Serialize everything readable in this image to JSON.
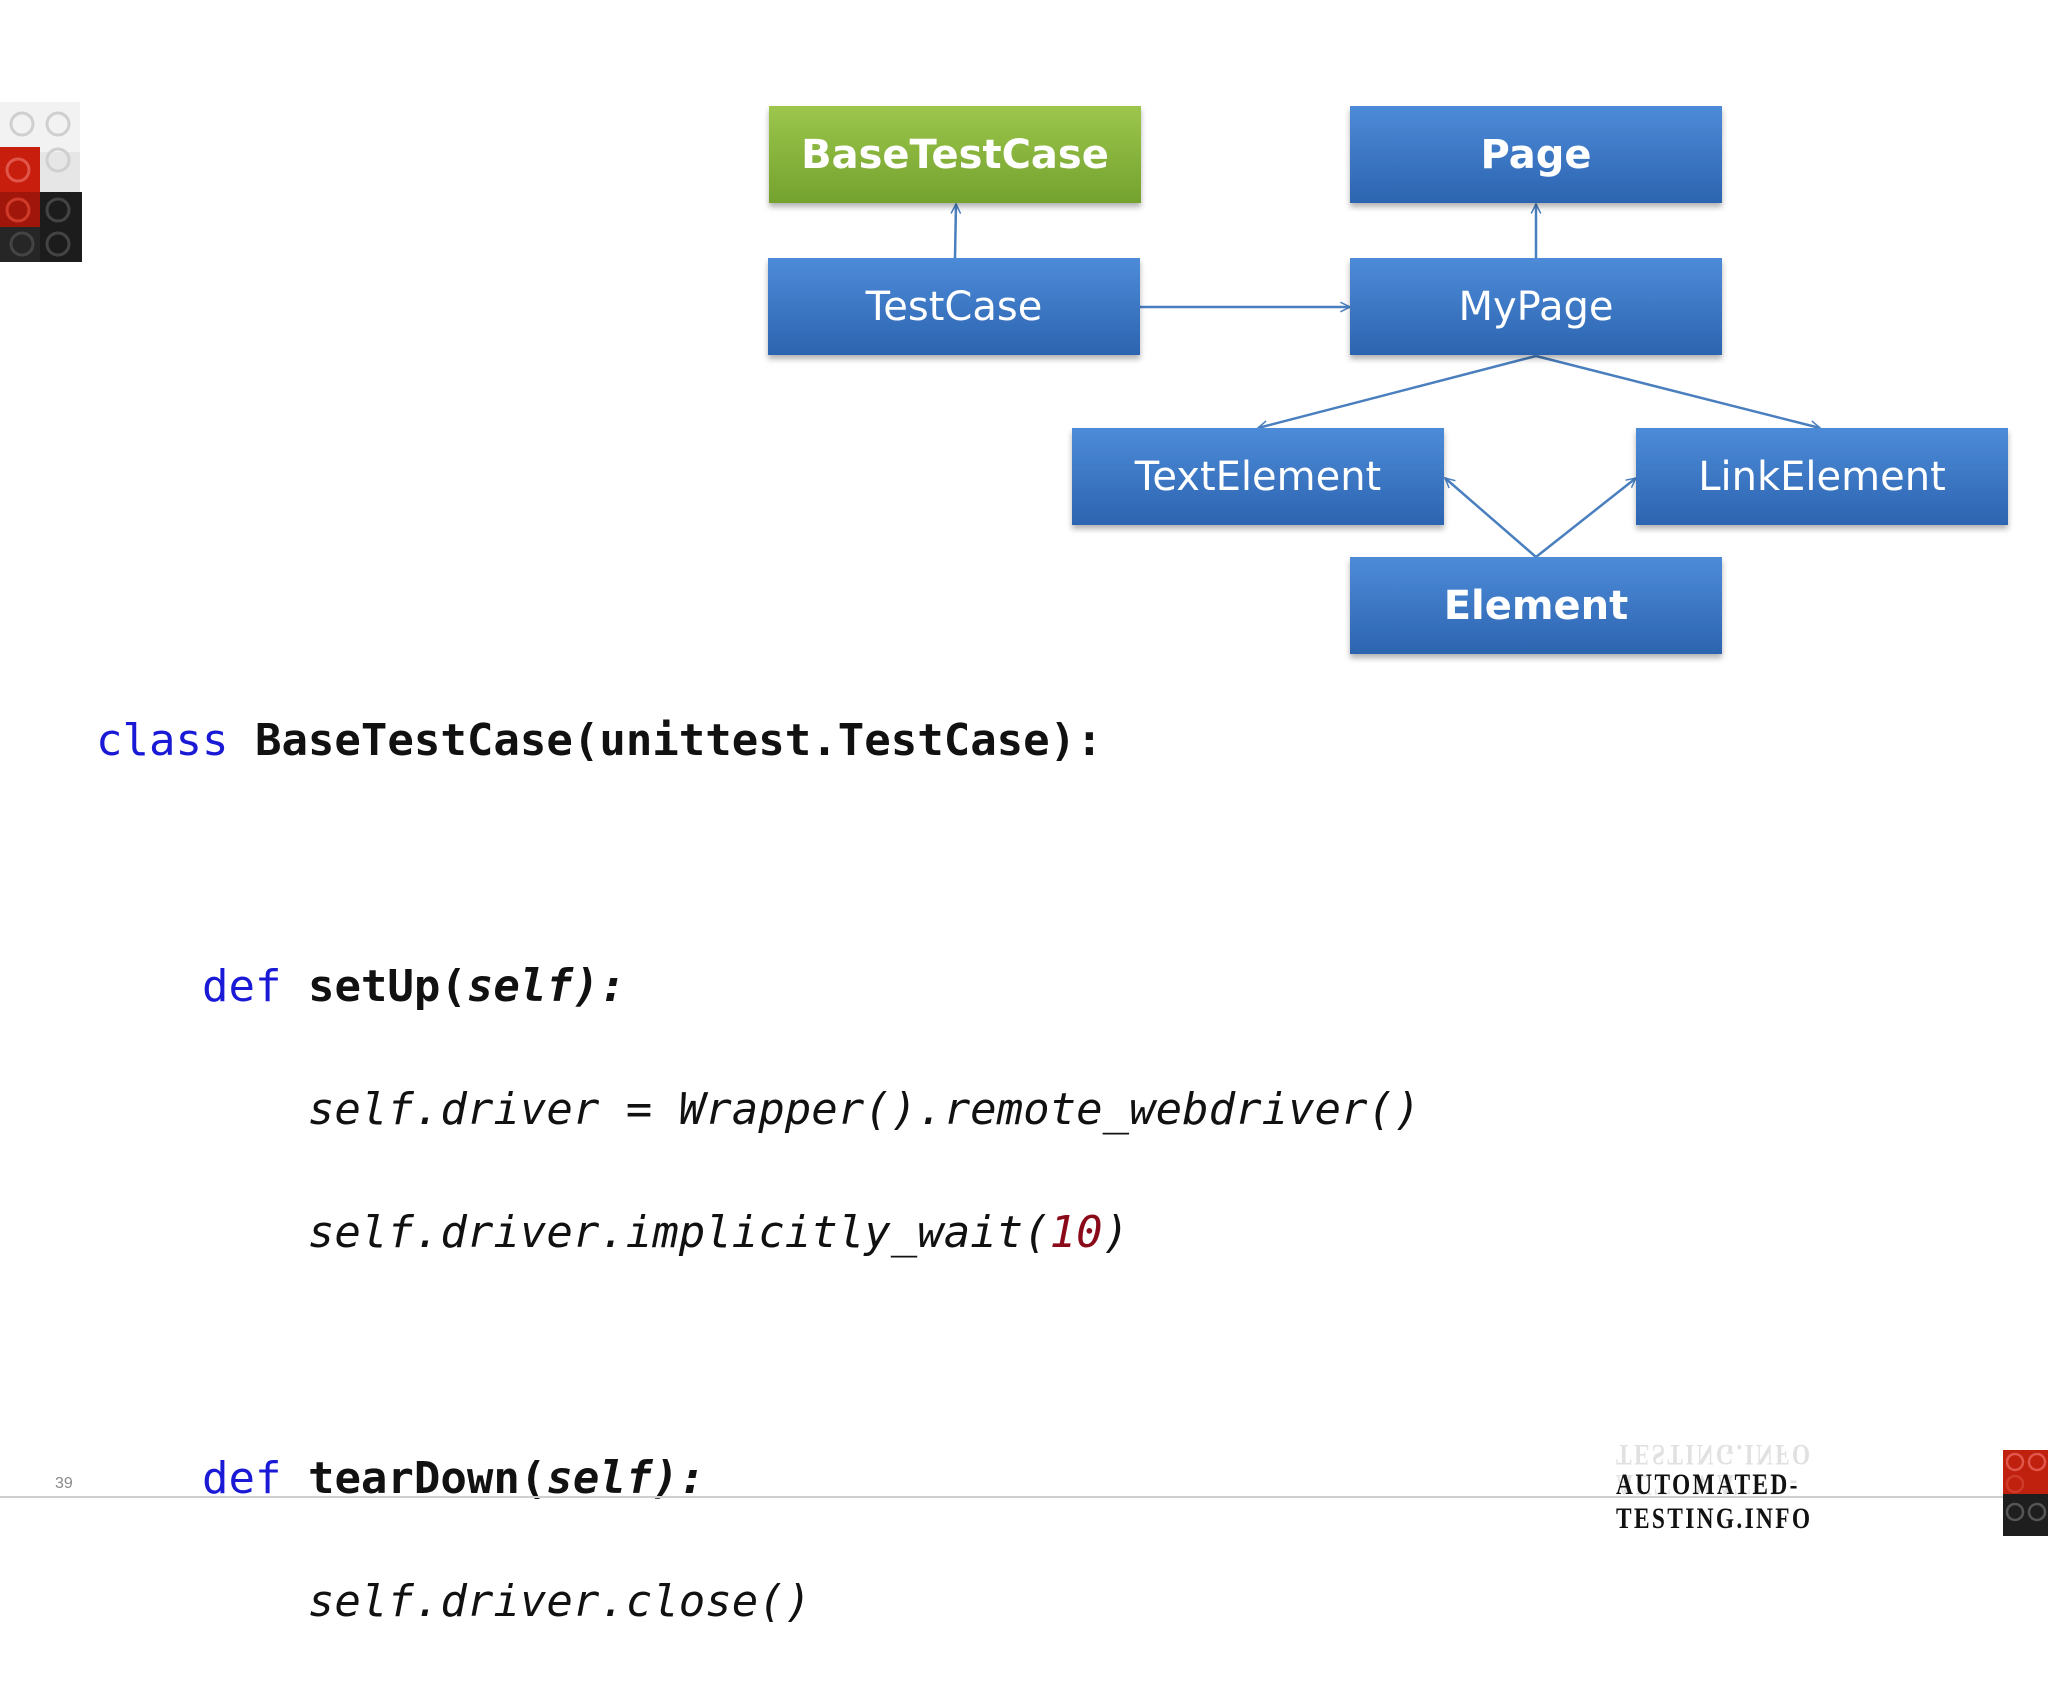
{
  "slide": {
    "page_number": "39",
    "site": "AUTOMATED-TESTING.INFO"
  },
  "diagram": {
    "nodes": {
      "base_test_case": "BaseTestCase",
      "page": "Page",
      "test_case": "TestCase",
      "my_page": "MyPage",
      "text_element": "TextElement",
      "link_element": "LinkElement",
      "element": "Element"
    }
  },
  "code": {
    "line1_kw": "class",
    "line1_rest": "BaseTestCase(unittest.TestCase):",
    "line2_kw": "def",
    "line2_name": "setUp(",
    "line2_param": "self):",
    "line3": "self.driver = Wrapper().remote_webdriver()",
    "line4_pre": "self.driver.implicitly_wait(",
    "line4_num": "10",
    "line4_post": ")",
    "line5_kw": "def",
    "line5_name": "tearDown(",
    "line5_param": "self):",
    "line6": "self.driver.close()"
  },
  "colors": {
    "box_blue": "#3a78c8",
    "box_green": "#86b23a",
    "arrow": "#4a7fbf",
    "keyword": "#1a1ad6",
    "number": "#8a0a1a"
  }
}
